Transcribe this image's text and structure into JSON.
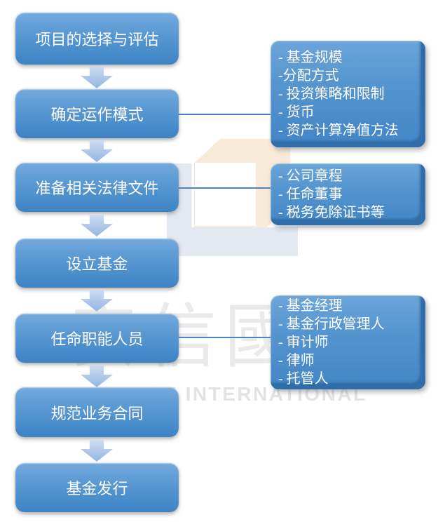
{
  "flow": {
    "steps": [
      {
        "label": "项目的选择与评估"
      },
      {
        "label": "确定运作模式"
      },
      {
        "label": "准备相关法律文件"
      },
      {
        "label": "设立基金"
      },
      {
        "label": "任命职能人员"
      },
      {
        "label": "规范业务合同"
      },
      {
        "label": "基金发行"
      }
    ]
  },
  "side_notes": [
    {
      "attached_to": "确定运作模式",
      "lines": [
        "- 基金规模",
        "-分配方式",
        "- 投资策略和限制",
        "- 货币",
        "- 资产计算净值方法"
      ]
    },
    {
      "attached_to": "准备相关法律文件",
      "lines": [
        "- 公司章程",
        "- 任命董事",
        "- 税务免除证书等"
      ]
    },
    {
      "attached_to": "任命职能人员",
      "lines": [
        "- 基金经理",
        "- 基金行政管理人",
        "- 审计师",
        "- 律师",
        "- 托管人"
      ]
    }
  ],
  "watermark": {
    "cn": "安信國際",
    "en": "ESSENCE INTERNATIONAL"
  },
  "colors": {
    "node_blue_top": "#74abde",
    "node_blue_bottom": "#3f82c2",
    "side_fold_blue": "#2f6dab",
    "arrow_light_blue": "#aec6e9",
    "connector_blue": "#4a84c4",
    "watermark_gray": "#eaeaea",
    "logo_orange": "#f8ead9",
    "logo_gray": "#e4e8f1",
    "text_white": "#ffffff"
  }
}
